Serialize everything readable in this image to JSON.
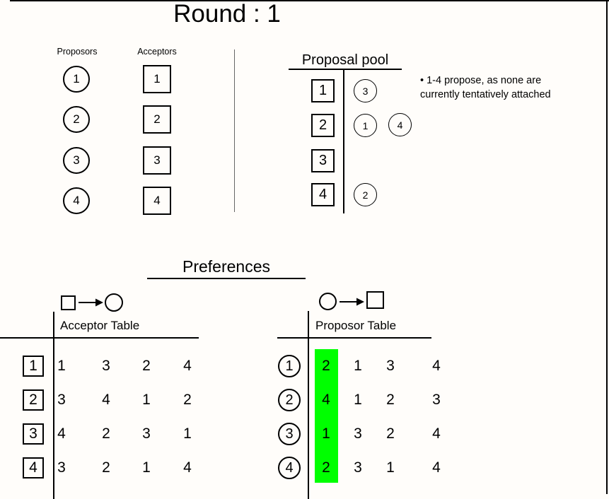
{
  "title": "Round : 1",
  "entities": {
    "proposers_label": "Proposors",
    "acceptors_label": "Acceptors",
    "proposers": [
      "1",
      "2",
      "3",
      "4"
    ],
    "acceptors": [
      "1",
      "2",
      "3",
      "4"
    ]
  },
  "proposal_pool": {
    "title": "Proposal pool",
    "rows": [
      {
        "acceptor": "1",
        "proposers": [
          "3"
        ]
      },
      {
        "acceptor": "2",
        "proposers": [
          "1",
          "4"
        ]
      },
      {
        "acceptor": "3",
        "proposers": []
      },
      {
        "acceptor": "4",
        "proposers": [
          "2"
        ]
      }
    ]
  },
  "note": {
    "line1": "• 1-4 propose, as none are",
    "line2": "currently tentatively attached"
  },
  "preferences": {
    "title": "Preferences",
    "acceptor_table": {
      "title": "Acceptor Table",
      "legend": "square-to-circle",
      "rows": [
        {
          "id": "1",
          "prefs": [
            "1",
            "3",
            "2",
            "4"
          ]
        },
        {
          "id": "2",
          "prefs": [
            "3",
            "4",
            "1",
            "2"
          ]
        },
        {
          "id": "3",
          "prefs": [
            "4",
            "2",
            "3",
            "1"
          ]
        },
        {
          "id": "4",
          "prefs": [
            "3",
            "2",
            "1",
            "4"
          ]
        }
      ]
    },
    "proposor_table": {
      "title": "Proposor Table",
      "legend": "circle-to-square",
      "highlight_color": "#00ff00",
      "highlighted_column_index": 0,
      "rows": [
        {
          "id": "1",
          "prefs": [
            "2",
            "1",
            "3",
            "4"
          ]
        },
        {
          "id": "2",
          "prefs": [
            "4",
            "1",
            "2",
            "3"
          ]
        },
        {
          "id": "3",
          "prefs": [
            "1",
            "3",
            "2",
            "4"
          ]
        },
        {
          "id": "4",
          "prefs": [
            "2",
            "3",
            "1",
            "4"
          ]
        }
      ]
    }
  },
  "colors": {
    "highlight_green": "#00ff00",
    "line_black": "#000000",
    "divider_gray": "#666666"
  }
}
